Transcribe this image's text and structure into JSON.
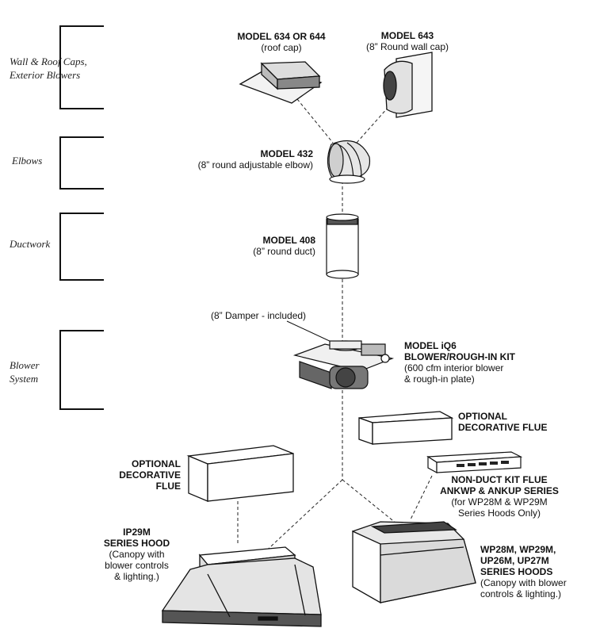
{
  "categories": {
    "wall_roof_1": "Wall & Roof Caps,",
    "wall_roof_2": "Exterior Blowers",
    "elbows": "Elbows",
    "ductwork": "Ductwork",
    "blower_1": "Blower",
    "blower_2": "System"
  },
  "parts": {
    "roof_cap": {
      "title": "MODEL 634 OR 644",
      "sub": "(roof cap)"
    },
    "wall_cap": {
      "title": "MODEL 643",
      "sub": "(8” Round wall cap)"
    },
    "elbow": {
      "title": "MODEL 432",
      "sub": "(8” round adjustable elbow)"
    },
    "duct": {
      "title": "MODEL 408",
      "sub": "(8” round duct)"
    },
    "damper": {
      "sub": "(8” Damper - included)"
    },
    "blower": {
      "title_1": "MODEL iQ6",
      "title_2": "BLOWER/ROUGH-IN KIT",
      "sub_1": "(600 cfm interior blower",
      "sub_2": "& rough-in plate)"
    },
    "flue_right": {
      "title_1": "OPTIONAL",
      "title_2": "DECORATIVE FLUE"
    },
    "flue_left": {
      "title_1": "OPTIONAL",
      "title_2": "DECORATIVE",
      "title_3": "FLUE"
    },
    "nonduct": {
      "title_1": "NON-DUCT KIT FLUE",
      "title_2": "ANKWP & ANKUP SERIES",
      "sub_1": "(for WP28M & WP29M",
      "sub_2": "Series Hoods Only)"
    },
    "ip_hood": {
      "title_1": "IP29M",
      "title_2": "SERIES HOOD",
      "sub_1": "(Canopy with",
      "sub_2": "blower controls",
      "sub_3": "& lighting.)"
    },
    "wp_hood": {
      "title_1": "WP28M, WP29M,",
      "title_2": "UP26M, UP27M",
      "title_3": "SERIES HOODS",
      "sub_1": "(Canopy with blower",
      "sub_2": "controls & lighting.)"
    }
  }
}
